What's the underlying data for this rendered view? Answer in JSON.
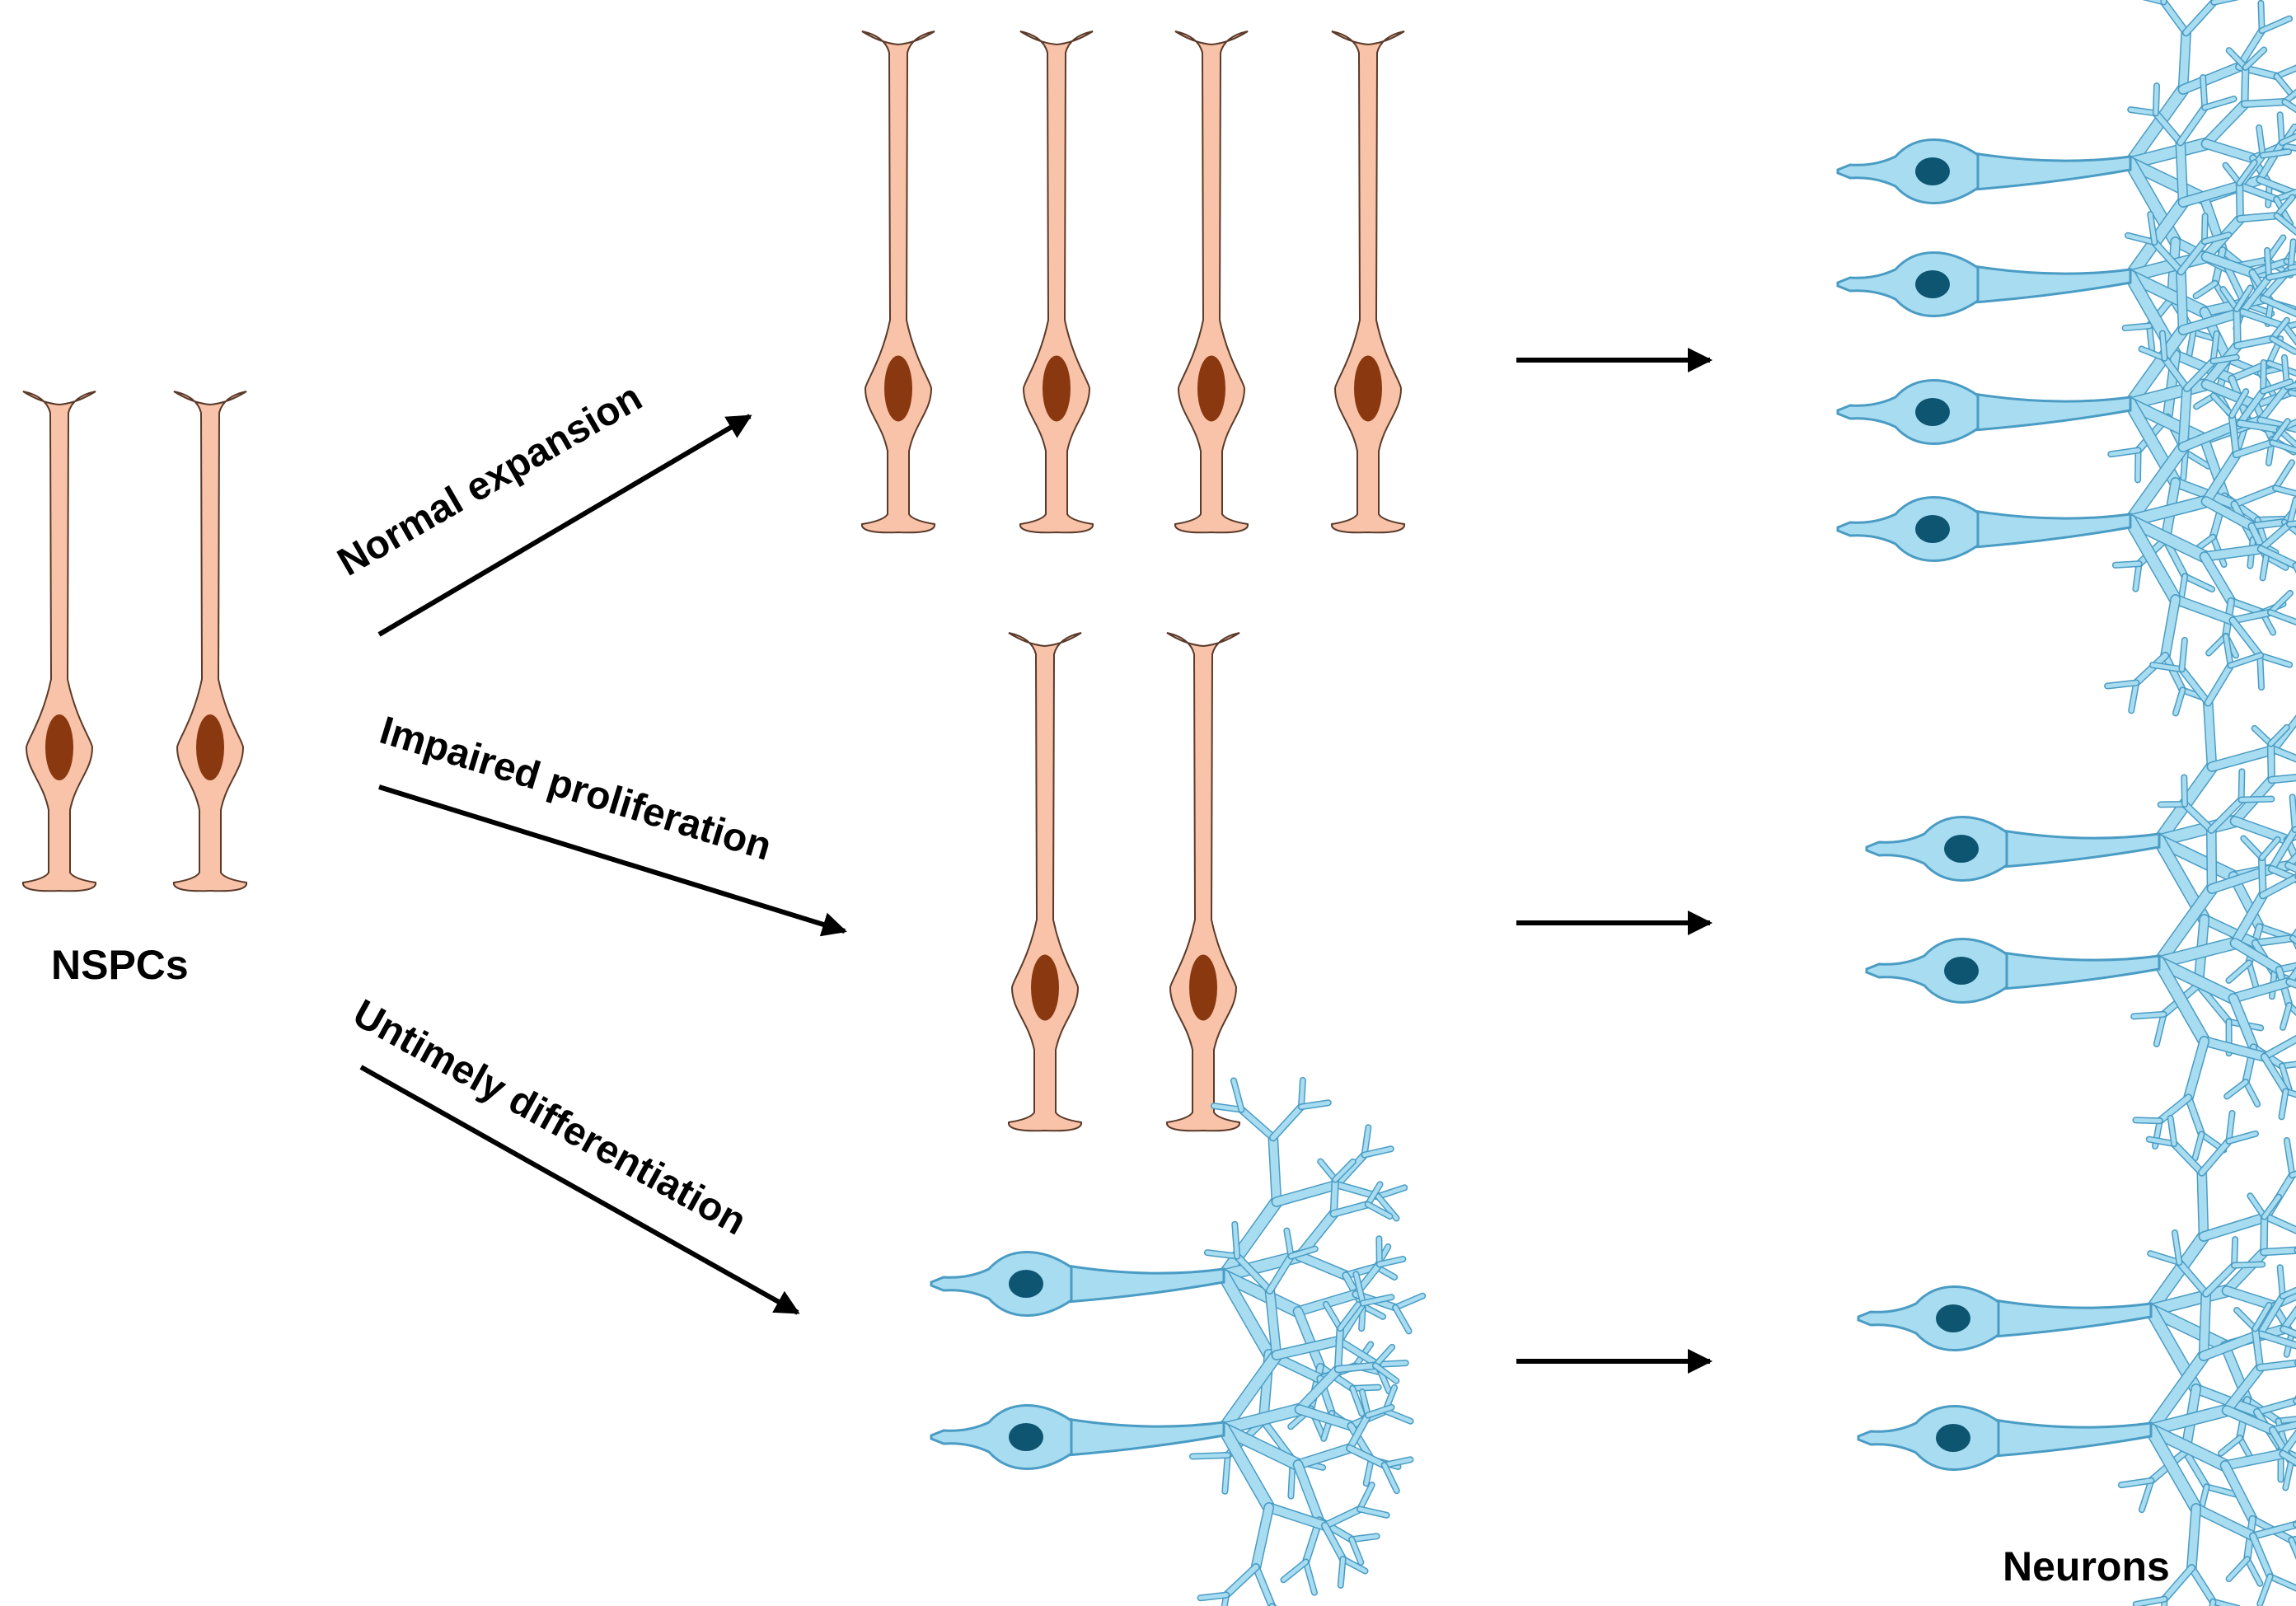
{
  "labels": {
    "nspcs": "NSPCs",
    "neurons": "Neurons"
  },
  "pathways": [
    {
      "label": "Normal expansion"
    },
    {
      "label": "Impaired proliferation"
    },
    {
      "label": "Untimely differentiation"
    }
  ],
  "colors": {
    "progenitor_fill": "#f8c3a8",
    "progenitor_nucleus": "#8a3810",
    "neuron_fill": "#a8dcf0",
    "neuron_nucleus": "#0d5570",
    "outline_progenitor": "#5a3a2a",
    "outline_neuron": "#4a9cc4"
  }
}
